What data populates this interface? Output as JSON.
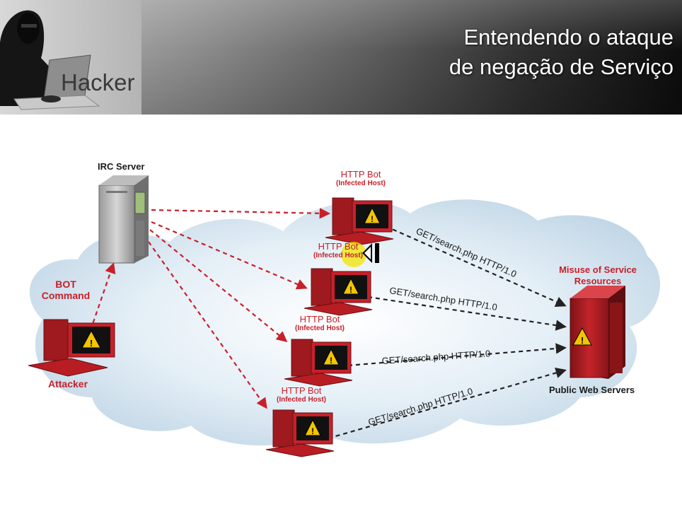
{
  "header": {
    "badge_label": "Hacker",
    "title_line1": "Entendendo o ataque",
    "title_line2": "de negação de Serviço"
  },
  "diagram": {
    "irc_server_label": "IRC Server",
    "bot_command_line1": "BOT",
    "bot_command_line2": "Command",
    "attacker_label": "Attacker",
    "bots": [
      {
        "name": "HTTP Bot",
        "sub": "(Infected Host)"
      },
      {
        "name": "HTTP Bot",
        "sub": "(Infected Host)"
      },
      {
        "name": "HTTP Bot",
        "sub": "(Infected Host)"
      },
      {
        "name": "HTTP Bot",
        "sub": "(Infected Host)"
      }
    ],
    "request_label": "GET/search.php HTTP/1.0",
    "target_title_line1": "Misuse of Service",
    "target_title_line2": "Resources",
    "target_label": "Public Web Servers",
    "colors": {
      "accent_red": "#c8202a",
      "server_dark_red": "#9e1a1e",
      "cloud": "#cfe1ee"
    }
  }
}
